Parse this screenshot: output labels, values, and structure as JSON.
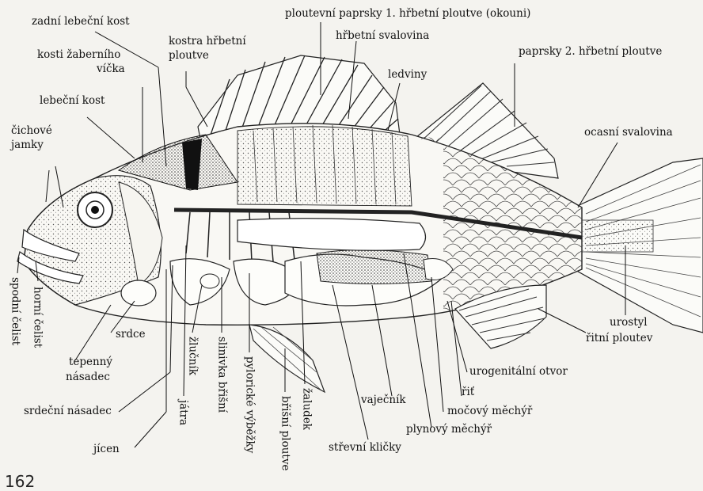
{
  "page_number": "162",
  "labels": {
    "zadni_lebecni_kost": "zadní lebeční kost",
    "ploutevni_paprsky": "ploutevní paprsky 1. hřbetní ploutve (okouni)",
    "hrbetni_svalovina": "hřbetní svalovina",
    "kostra_1": "kostra hřbetní",
    "kostra_2": "ploutve",
    "kosti_zab_1": "kosti žaberního",
    "kosti_zab_2": "víčka",
    "paprsky_2": "paprsky 2. hřbetní ploutve",
    "ledviny": "ledviny",
    "lebecni_kost": "lebeční kost",
    "cichove_1": "čichové",
    "cichove_2": "jamky",
    "ocasni_svalovina": "ocasní svalovina",
    "urostyl": "urostyl",
    "ritni_ploutev": "řitní ploutev",
    "urogenitalni": "urogenitální otvor",
    "rit": "řiť",
    "mocovy": "močový měchýř",
    "plynovy": "plynový měchýř",
    "vajecnik": "vaječník",
    "strevni": "střevní kličky",
    "srdecni_nasadec": "srdeční násadec",
    "jicen": "jícen",
    "srdce": "srdce",
    "tepenny_1": "tepenný",
    "tepenny_2": "násadec",
    "horni_celist": "horní čelist",
    "spodni_celist": "spodní čelist",
    "zlucnik": "žlučník",
    "jatra": "játra",
    "slinivka": "slinivka břišní",
    "pyloricke": "pylorické výběžky",
    "brisni_ploutev": "břišní ploutve",
    "zaludek": "žaludek"
  }
}
